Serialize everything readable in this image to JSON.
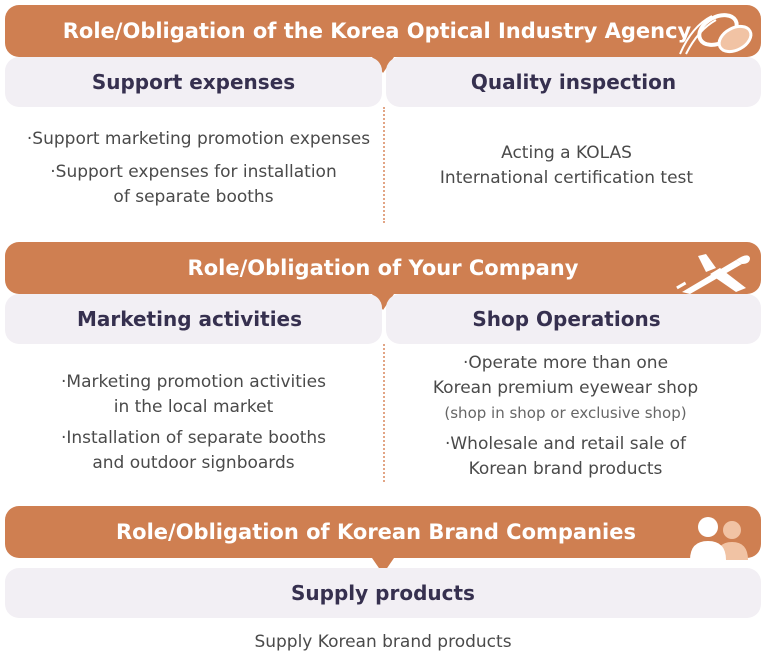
{
  "agency": {
    "title": "Role/Obligation of the Korea Optical Industry Agency",
    "left_heading": "Support expenses",
    "right_heading": "Quality inspection",
    "left_items": [
      "·Support marketing promotion expenses",
      "·Support expenses for installation",
      "of separate booths"
    ],
    "right_items": [
      "Acting a KOLAS",
      "International certification test"
    ],
    "icon": "optical-lens-icon"
  },
  "company": {
    "title": "Role/Obligation  of Your Company",
    "left_heading": "Marketing activities",
    "right_heading": "Shop Operations",
    "left_items": [
      "·Marketing promotion activities",
      "in the local market",
      "·Installation of separate booths",
      "and outdoor signboards"
    ],
    "right_items": [
      "·Operate more than one",
      "Korean premium eyewear shop",
      "(shop in shop or exclusive shop)",
      "·Wholesale and retail sale of",
      "Korean brand products"
    ],
    "icon": "airplane-icon"
  },
  "brands": {
    "title": "Role/Obligation of Korean Brand Companies",
    "heading": "Supply products",
    "items": [
      "Supply Korean brand products"
    ],
    "icon": "people-icon"
  },
  "colors": {
    "banner": "#cf7f51",
    "subheader_bg": "#f2eff4",
    "subheader_text": "#36304f",
    "divider": "#e2a585"
  }
}
